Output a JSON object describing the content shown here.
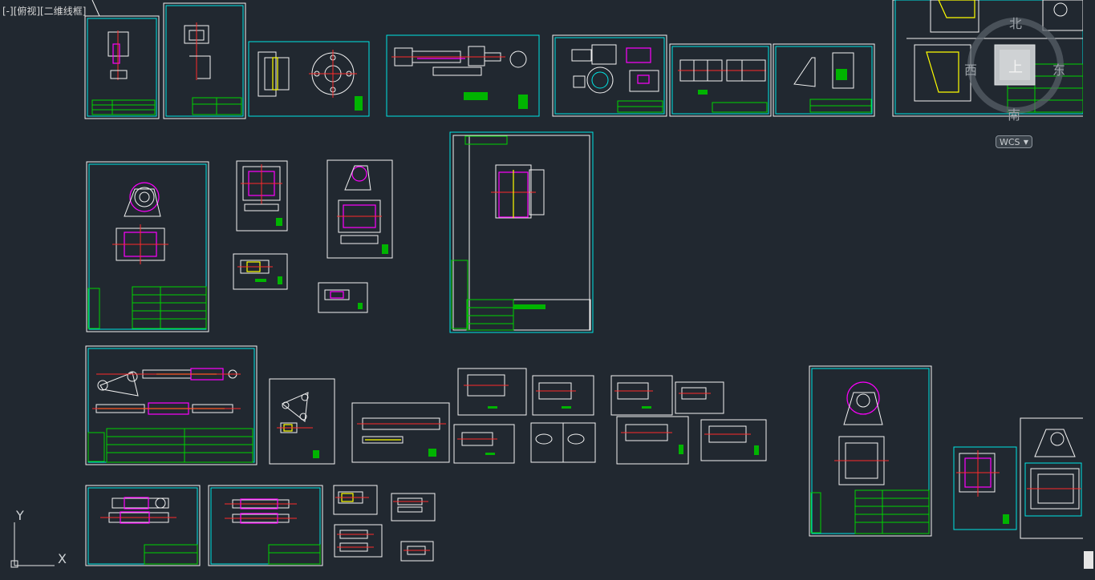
{
  "viewport": {
    "label": "[-][俯视][二维线框]"
  },
  "viewcube": {
    "north": "北",
    "south": "南",
    "east": "东",
    "west": "西",
    "top_face": "上",
    "wcs_label": "WCS"
  },
  "ucs": {
    "x_label": "X",
    "y_label": "Y"
  },
  "colors": {
    "background": "#212830",
    "sheet_border": "#00e5e5",
    "drawing_white": "#f2f2f2",
    "table_green": "#00d400",
    "center_line_red": "#ff2a2a",
    "hatch_magenta": "#ff00ff",
    "hatch_yellow": "#ffff00"
  },
  "icons": [
    "ucs-axis-icon",
    "compass-ring-icon",
    "chevron-down-icon"
  ]
}
